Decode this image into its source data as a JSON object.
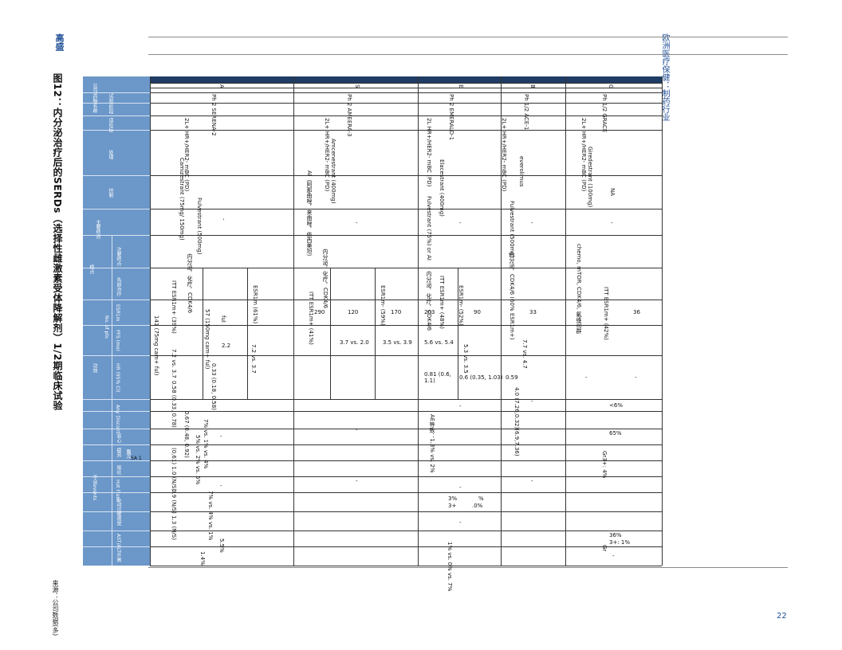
{
  "header": {
    "brand": "高盛",
    "section": "欧洲医疗保健：制药行业"
  },
  "figure": {
    "title": "图12：内分泌治疗后的SERDs（选择性雌激素受体降解剂）1/2期临床试验"
  },
  "footer": {
    "source": "来源：公司数据(多)",
    "page_number": "22"
  },
  "table": {
    "row_labels": {
      "company": "公司/药物名称",
      "trial_phase": "试验/阶段",
      "indication": "适应症",
      "treatment": "处理",
      "control": "控制",
      "endpoints_main": "主要终点",
      "endpoints_second": "次要终点",
      "endpoints": "终点",
      "prior_therapy": "先前治疗",
      "esr_mut": "ESR1m",
      "no_patients": "No. of pts",
      "pfs_months": "PFS (mo)",
      "hazard_ratio": "HR (95% CI)",
      "efficacy": "功效",
      "discontinuation": "Any Discont.",
      "nausea": "恶心",
      "fatigue": "疲劳",
      "diarrhea": "腹泻",
      "vomiting": "呕吐",
      "hot_flash": "Hot Flash",
      "bradycardia": "心动过缓",
      "visual": "视觉",
      "ast_alt": "AST/ALT升高",
      "adverse_events": "不良events",
      "grade_note": "SA 1"
    },
    "columns": [
      {
        "company": "A",
        "trial": "Ph 2 SERENA-2",
        "indication": "2L+ HR+/HER2- mBC (PD)",
        "treatment": "Camizestrant (75mg/ 150mg)",
        "control": "Fulvestrant (500mg)",
        "main_endpoint": "-",
        "prior_therapy": "内分泌，化疗，CDK4/6",
        "esr1m": "ITT ESR1m+ (39%)",
        "esr1m_b": "ESR1m (61%)",
        "pts_a": "141 (75mg cam+ ful)",
        "pts_b": "57 (150mg cam+ ful)",
        "pts_c": "ful",
        "pfs_a": "7.2 vs. 3.7",
        "pfs_b": "2.2",
        "pfs_c": "7.2 vs. 3.7",
        "hr_a": "0.58 (0.33, 0.78)",
        "hr_b": "0.67 (0.48, 0.92)",
        "hr_c": "0.33 (0.18, 0.58)",
        "disc": "-",
        "ae_a": "7% vs. 1% vs. 4%",
        "ae_b": "5% vs. 2% vs. 5%",
        "ae_c": "-",
        "grade_a": "(0,61) 1.0 (N/S)",
        "grade_b": "0.9 (N/S) 1.3 (N/S)",
        "ae_d": "7% vs. 4% vs. 1%",
        "ae_e": "5.5%",
        "ae_f": "1.4%"
      },
      {
        "company": "S",
        "trial": "Ph 2 AMEERA-3",
        "indication": "2L+ HR+/HER2- mBC (PD)",
        "treatment": "Amcenestrant (400mg)",
        "control": "AI（阿那曲唑，来曲唑，依西美坦）",
        "main_endpoint": "-",
        "prior_therapy": "内分泌，化疗，CDK4/6",
        "esr1m": "ITT ESR1m+ (41%)",
        "esr1m_b": "ESR1m- (59%)",
        "pts_a": "290",
        "pts_b": "120",
        "pts_c": "170",
        "pfs_a": "3.7 vs. 2.0",
        "pfs_b": "3.5 vs. 3.9",
        "pfs_c": "",
        "disc": "-",
        "ae_a": "-"
      },
      {
        "company": "E",
        "trial": "Ph 2 EMERALD-1",
        "indication": "2L HR+/HER2- mBC (PD)",
        "treatment": "Elacestrant (400mg)",
        "control": "Fulvestrant (75%) or AI",
        "main_endpoint": "-",
        "prior_therapy": "内分泌，化疗，CDK4/6",
        "esr1m": "ITT ESR1m+ (48%)",
        "esr1m_b": "ESR1m- (52%)",
        "pts_a": "203",
        "pts_b": "90",
        "pfs_a": "5.6 vs. 5.4",
        "pfs_b": "5.3 vs. 3.5",
        "hr_a": "0.81 (0.6, 1.1)",
        "hr_b": "0.6 (0.35, 1.03)",
        "disc": "-",
        "ae_a": "AE导致：1.3% vs. 2%",
        "ae_b": "3%",
        "ae_c": "3+",
        "ae_d": "%",
        "ae_e": ".0%",
        "ae_f": "-",
        "ae_g": "-",
        "ae_h": "1% vs. 0% vs. 7%"
      },
      {
        "company": "B",
        "trial": "Ph 1/2 ACE-1",
        "indication": "2L+ HR+/HER2- mBC (PD)",
        "treatment": "everolimus",
        "control": "Fulvestrant (500mg)",
        "main_endpoint": "-",
        "prior_therapy": "内分泌，CDK4/6 (60% ESR1m+)",
        "esr1m": "33",
        "pfs_a": "7.7 vs. 4.7",
        "hr_a": "0.59",
        "hr_b": "4.0 (7.26,0.32)(6.9,7.36)",
        "disc": "-",
        "ae_a": "-"
      },
      {
        "company": "G",
        "trial": "Ph 1/2 GRACE",
        "indication": "2L+ HR+/HER2- mBC (PD)",
        "treatment": "Giredestrant (100mg)",
        "control": "NA",
        "main_endpoint": "-",
        "prior_therapy": "chemo, mTOR, CDK4/6, 氟维司群",
        "esr1m": "ITT ESR1m+ (42%)",
        "pts_a": "36",
        "pfs_a": "-",
        "pfs_b": "-",
        "disc": "<6%",
        "ae_a": "65%",
        "ae_b": "Gr3+: 4%",
        "ae_c": "36%",
        "ae_d": "3+: 1%",
        "ae_e": "Gr",
        "ae_f": "-"
      }
    ]
  }
}
